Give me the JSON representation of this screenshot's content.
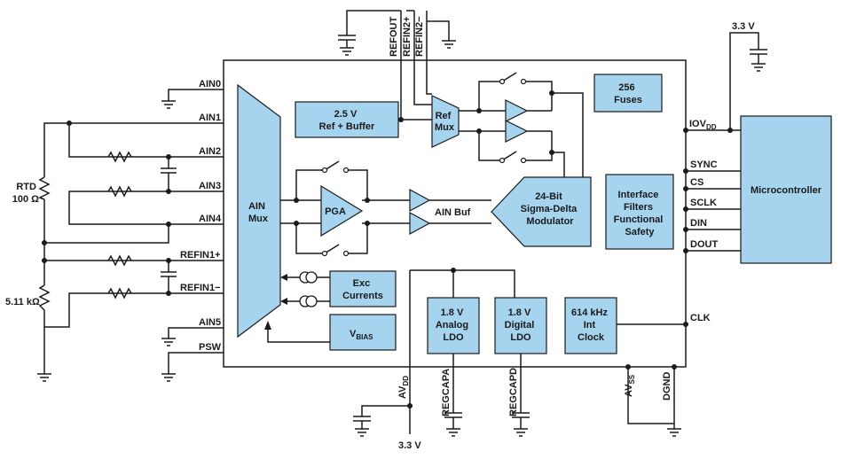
{
  "blocks": {
    "ain_mux": [
      "AIN",
      "Mux"
    ],
    "ref_buffer": [
      "2.5 V",
      "Ref + Buffer"
    ],
    "ref_mux": [
      "Ref",
      "Mux"
    ],
    "fuses": [
      "256",
      "Fuses"
    ],
    "pga": "PGA",
    "ain_buf": "AIN Buf",
    "modulator": [
      "24-Bit",
      "Sigma-Delta",
      "Modulator"
    ],
    "interface": [
      "Interface",
      "Filters",
      "Functional",
      "Safety"
    ],
    "exc": [
      "Exc",
      "Currents"
    ],
    "vbias_main": "V",
    "vbias_sub": "BIAS",
    "analog_ldo": [
      "1.8 V",
      "Analog",
      "LDO"
    ],
    "digital_ldo": [
      "1.8 V",
      "Digital",
      "LDO"
    ],
    "clock": [
      "614 kHz",
      "Int",
      "Clock"
    ],
    "micro": "Microcontroller"
  },
  "left_pins": [
    "AIN0",
    "AIN1",
    "AIN2",
    "AIN3",
    "AIN4",
    "REFIN1+",
    "REFIN1−",
    "AIN5",
    "PSW"
  ],
  "top_pins": [
    "REFOUT",
    "REFIN2+",
    "REFIN2−"
  ],
  "right_pins": {
    "iov_main": "IOV",
    "iov_sub": "DD",
    "list": [
      "SYNC",
      "CS",
      "SCLK",
      "DIN",
      "DOUT"
    ],
    "clk": "CLK"
  },
  "bottom_pins": {
    "avdd_main": "AV",
    "avdd_sub": "DD",
    "regcapa": "REGCAPA",
    "regcapd": "REGCAPD",
    "avss_main": "AV",
    "avss_sub": "SS",
    "dgnd": "DGND"
  },
  "external": {
    "rtd": [
      "RTD",
      "100 Ω"
    ],
    "rref": "5.11 kΩ",
    "supply_top": "3.3 V",
    "supply_bottom": "3.3 V"
  }
}
